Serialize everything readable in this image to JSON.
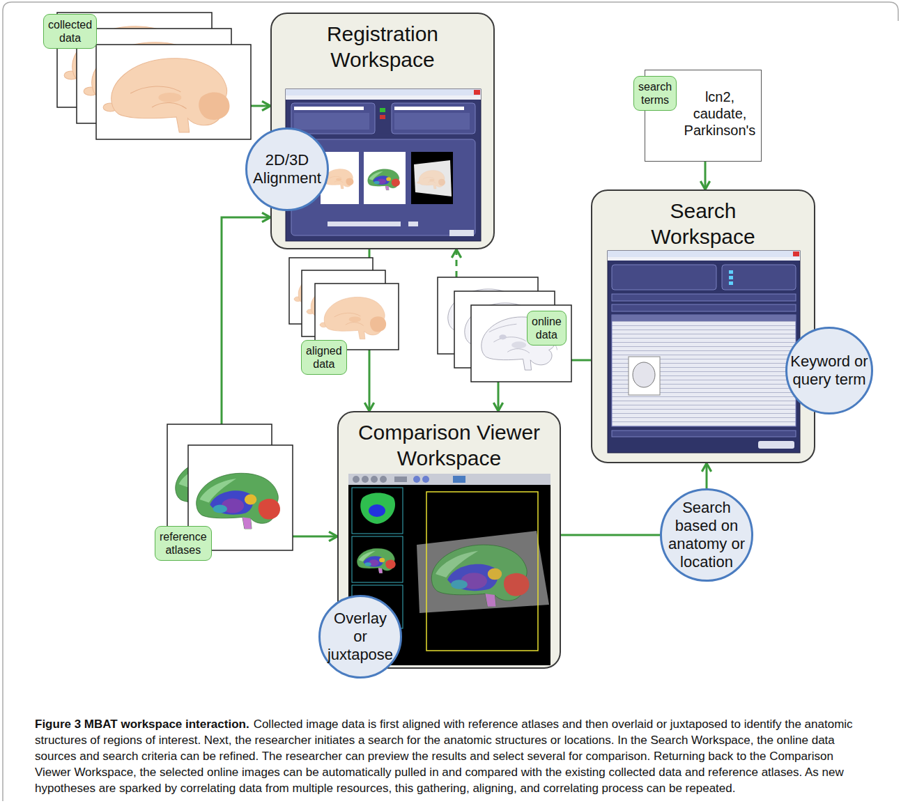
{
  "diagram": {
    "title": "Figure 3 MBAT workspace interaction.",
    "caption": "Collected image data is first aligned with reference atlases and then overlaid or juxtaposed to identify the anatomic structures of regions of interest. Next, the researcher initiates a search for the anatomic structures or locations. In the Search Workspace, the online data sources and search criteria can be refined. The researcher can preview the results and select several for comparison. Returning back to the Comparison Viewer Workspace, the selected online images can be automatically pulled in and compared with the existing collected data and reference atlases. As new hypotheses are sparked by correlating data from multiple resources, this gathering, aligning, and correlating process can be repeated.",
    "nodes": [
      {
        "text": [
          "collected data"
        ]
      },
      {
        "text": [
          "Registration Workspace"
        ]
      },
      {
        "text": [
          "2D/3D Alignment"
        ],
        "in": 1
      },
      {
        "text": [
          "search terms",
          "lcn2, caudate, Parkinson's"
        ]
      },
      {
        "text": [
          "Search Workspace"
        ]
      },
      {
        "text": [
          "Keyword or query term"
        ],
        "in": 4
      },
      {
        "text": [
          "aligned data"
        ]
      },
      {
        "text": [
          "online data"
        ]
      },
      {
        "text": [
          "reference atlases"
        ]
      },
      {
        "text": [
          "Comparison Viewer Workspace"
        ]
      },
      {
        "text": [
          "Overlay or juxtapose"
        ],
        "in": 9
      },
      {
        "text": [
          "Search based on anatomy or location"
        ]
      }
    ],
    "edges": [
      {
        "from": 0,
        "to": 1,
        "arrow": "to"
      },
      {
        "from": 1,
        "to": 6,
        "arrow": "none"
      },
      {
        "from": 6,
        "to": 9,
        "arrow": "to"
      },
      {
        "from": 3,
        "to": 4,
        "arrow": "to"
      },
      {
        "from": 4,
        "to": 7,
        "arrow": "none"
      },
      {
        "from": 7,
        "to": 1,
        "arrow": "to"
      },
      {
        "from": 7,
        "to": 9,
        "arrow": "to"
      },
      {
        "from": 8,
        "to": 1,
        "arrow": "to"
      },
      {
        "from": 8,
        "to": 9,
        "arrow": "to"
      },
      {
        "from": 9,
        "to": 11,
        "arrow": "none"
      },
      {
        "from": 11,
        "to": 4,
        "arrow": "to"
      }
    ]
  }
}
